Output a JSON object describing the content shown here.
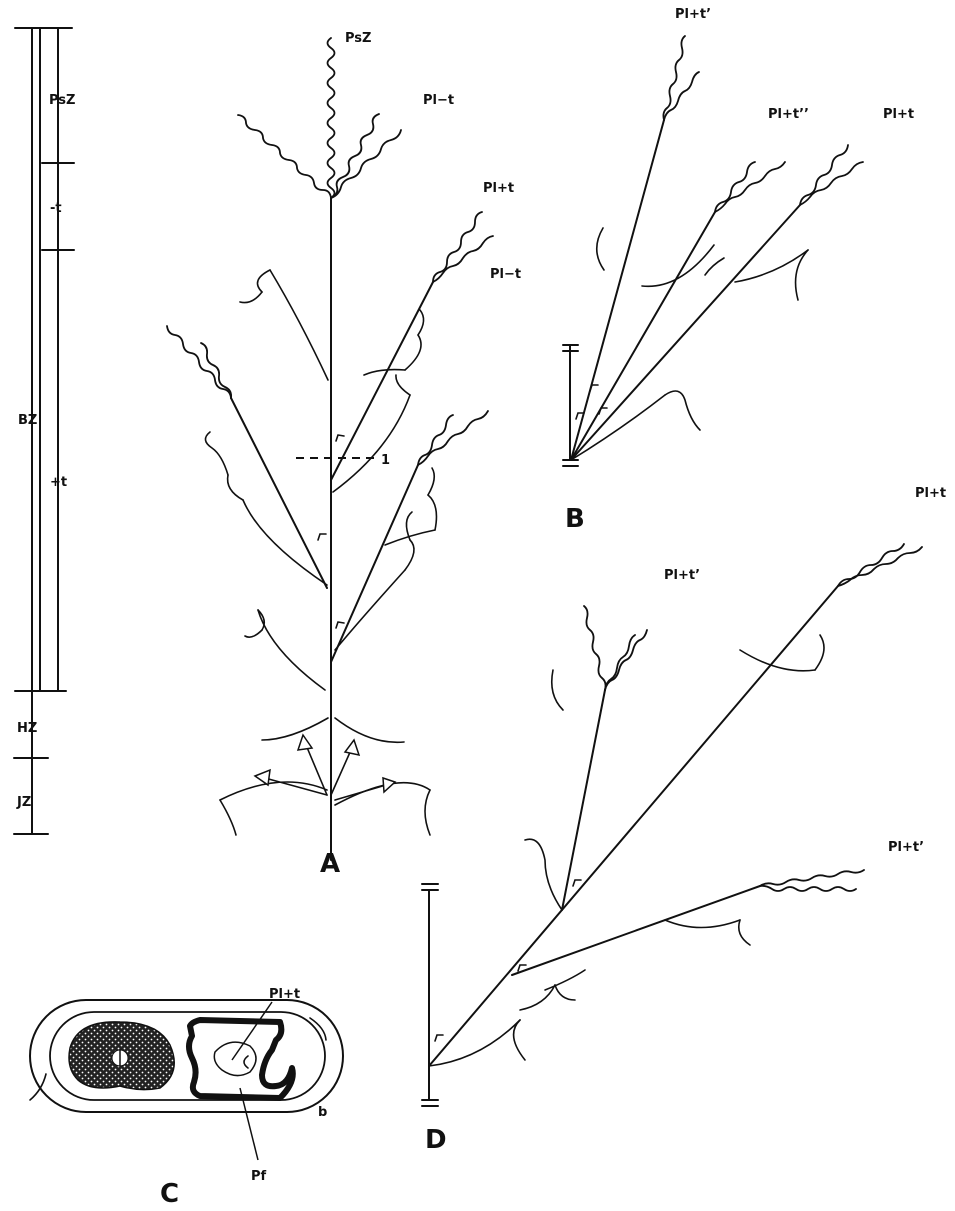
{
  "zone_scale": {
    "zones": [
      "PsZ",
      "-t",
      "BZ",
      "+t",
      "HZ",
      "JZ"
    ]
  },
  "panel_a": {
    "letter": "A",
    "labels": {
      "psz": "PsZ",
      "pl_minus_t_top": "Pl−t",
      "pl_plus_t": "Pl+t",
      "pl_minus_t_mid": "Pl−t",
      "marker": "1"
    }
  },
  "panel_b": {
    "letter": "B",
    "labels": {
      "pl_plus_t_prime": "Pl+t’",
      "pl_plus_t_double_prime": "Pl+t’’",
      "pl_plus_t": "Pl+t"
    }
  },
  "panel_c": {
    "letter": "C",
    "labels": {
      "pl_plus_t": "Pl+t",
      "pf": "Pf",
      "b": "b"
    }
  },
  "panel_d": {
    "letter": "D",
    "labels": {
      "pl_plus_t": "Pl+t",
      "pl_plus_t_prime_upper": "Pl+t’",
      "pl_plus_t_prime_lower": "Pl+t’"
    }
  }
}
